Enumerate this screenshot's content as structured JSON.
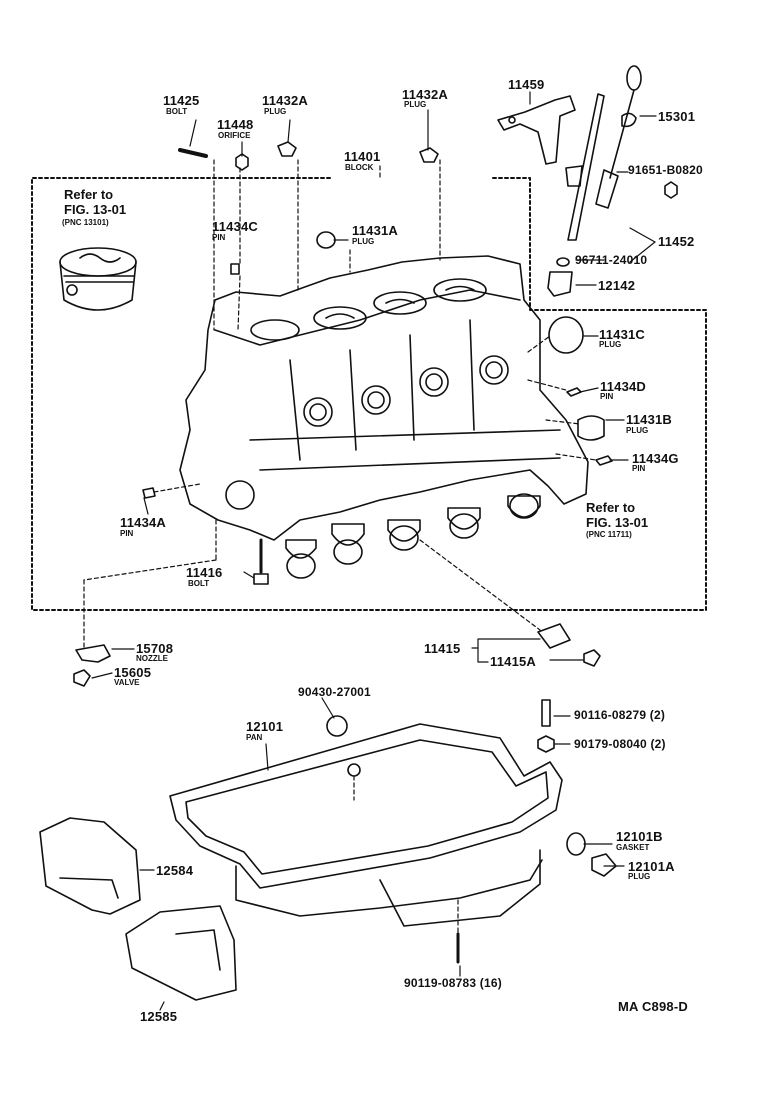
{
  "labels": {
    "p11425": "11425",
    "p11425_sub": "BOLT",
    "p11448": "11448",
    "p11448_sub": "ORIFICE",
    "p11432a_1": "11432A",
    "p11432a_1_sub": "PLUG",
    "p11401": "11401",
    "p11401_sub": "BLOCK",
    "p11432a_2": "11432A",
    "p11432a_2_sub": "PLUG",
    "p11459": "11459",
    "p15301": "15301",
    "p91651": "91651-B0820",
    "p11434c": "11434C",
    "p11434c_sub": "PIN",
    "p11431a": "11431A",
    "p11431a_sub": "PLUG",
    "p11452": "11452",
    "p96711": "96711-24010",
    "p12142": "12142",
    "p11431c": "11431C",
    "p11431c_sub": "PLUG",
    "p11434d": "11434D",
    "p11434d_sub": "PIN",
    "p11431b": "11431B",
    "p11431b_sub": "PLUG",
    "p11434g": "11434G",
    "p11434g_sub": "PIN",
    "p11434a": "11434A",
    "p11434a_sub": "PIN",
    "p11416": "11416",
    "p11416_sub": "BOLT",
    "p15708": "15708",
    "p15708_sub": "NOZZLE",
    "p15605": "15605",
    "p15605_sub": "VALVE",
    "p11415": "11415",
    "p11415a": "11415A",
    "p90430": "90430-27001",
    "p12101": "12101",
    "p12101_sub": "PAN",
    "p90116": "90116-08279 (2)",
    "p90179": "90179-08040 (2)",
    "p12101b": "12101B",
    "p12101b_sub": "GASKET",
    "p12101a": "12101A",
    "p12101a_sub": "PLUG",
    "p12584": "12584",
    "p12585": "12585",
    "p90119": "90119-08783 (16)",
    "code": "MA C898-D"
  },
  "refs": {
    "top_line1": "Refer to",
    "top_line2": "FIG. 13-01",
    "top_line3": "(PNC 13101)",
    "right_line1": "Refer to",
    "right_line2": "FIG. 13-01",
    "right_line3": "(PNC 11711)"
  }
}
